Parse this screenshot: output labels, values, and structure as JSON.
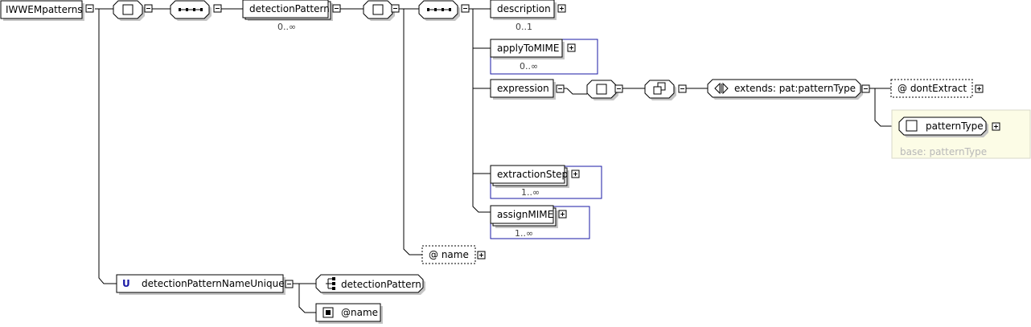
{
  "root": {
    "label": "IWWEMpatterns"
  },
  "detectionPattern": {
    "label": "detectionPattern",
    "cardinality": "0..∞"
  },
  "description": {
    "label": "description",
    "cardinality": "0..1"
  },
  "applyToMIME": {
    "label": "applyToMIME",
    "cardinality": "0..∞"
  },
  "expression": {
    "label": "expression"
  },
  "extends": {
    "label": "extends: pat:patternType"
  },
  "dontExtract": {
    "label": "@  dontExtract"
  },
  "patternType": {
    "label": "patternType",
    "base": "base: patternType"
  },
  "extractionStep": {
    "label": "extractionStep",
    "cardinality": "1..∞"
  },
  "assignMIME": {
    "label": "assignMIME",
    "cardinality": "1..∞"
  },
  "nameAttr": {
    "label": "@   name"
  },
  "unique": {
    "marker": "U",
    "label": "detectionPatternNameUnique"
  },
  "selector": {
    "label": "detectionPattern"
  },
  "field": {
    "label": "@name"
  },
  "colors": {
    "reference_border": "#1a1aa6",
    "type_background": "#fcfce6",
    "line": "#000000"
  }
}
